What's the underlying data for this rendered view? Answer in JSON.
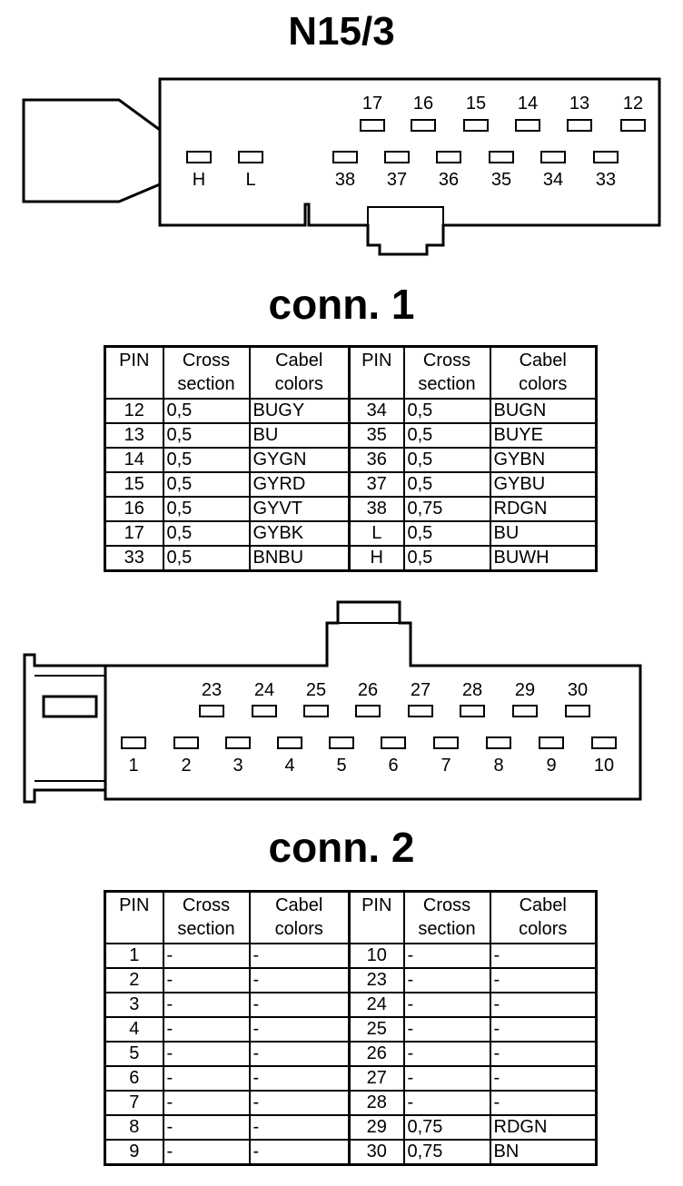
{
  "title": "N15/3",
  "connectors": [
    {
      "title": "conn. 1",
      "pins_top": [
        "17",
        "16",
        "15",
        "14",
        "13",
        "12"
      ],
      "pins_bottom_left": [
        "H",
        "L"
      ],
      "pins_bottom": [
        "38",
        "37",
        "36",
        "35",
        "34",
        "33"
      ],
      "table": {
        "headers": [
          [
            "PIN"
          ],
          [
            "Cross",
            "section"
          ],
          [
            "Cabel",
            "colors"
          ],
          [
            "PIN"
          ],
          [
            "Cross",
            "section"
          ],
          [
            "Cabel",
            "colors"
          ]
        ],
        "rows": [
          [
            "12",
            "0,5",
            "BUGY",
            "34",
            "0,5",
            "BUGN"
          ],
          [
            "13",
            "0,5",
            "BU",
            "35",
            "0,5",
            "BUYE"
          ],
          [
            "14",
            "0,5",
            "GYGN",
            "36",
            "0,5",
            "GYBN"
          ],
          [
            "15",
            "0,5",
            "GYRD",
            "37",
            "0,5",
            "GYBU"
          ],
          [
            "16",
            "0,5",
            "GYVT",
            "38",
            "0,75",
            "RDGN"
          ],
          [
            "17",
            "0,5",
            "GYBK",
            "L",
            "0,5",
            "BU"
          ],
          [
            "33",
            "0,5",
            "BNBU",
            "H",
            "0,5",
            "BUWH"
          ]
        ]
      }
    },
    {
      "title": "conn. 2",
      "pins_top": [
        "23",
        "24",
        "25",
        "26",
        "27",
        "28",
        "29",
        "30"
      ],
      "pins_bottom": [
        "1",
        "2",
        "3",
        "4",
        "5",
        "6",
        "7",
        "8",
        "9",
        "10"
      ],
      "table": {
        "headers": [
          [
            "PIN"
          ],
          [
            "Cross",
            "section"
          ],
          [
            "Cabel",
            "colors"
          ],
          [
            "PIN"
          ],
          [
            "Cross",
            "section"
          ],
          [
            "Cabel",
            "colors"
          ]
        ],
        "rows": [
          [
            "1",
            "-",
            "-",
            "10",
            "-",
            "-"
          ],
          [
            "2",
            "-",
            "-",
            "23",
            "-",
            "-"
          ],
          [
            "3",
            "-",
            "-",
            "24",
            "-",
            "-"
          ],
          [
            "4",
            "-",
            "-",
            "25",
            "-",
            "-"
          ],
          [
            "5",
            "-",
            "-",
            "26",
            "-",
            "-"
          ],
          [
            "6",
            "-",
            "-",
            "27",
            "-",
            "-"
          ],
          [
            "7",
            "-",
            "-",
            "28",
            "-",
            "-"
          ],
          [
            "8",
            "-",
            "-",
            "29",
            "0,75",
            "RDGN"
          ],
          [
            "9",
            "-",
            "-",
            "30",
            "0,75",
            "BN"
          ]
        ]
      }
    }
  ]
}
